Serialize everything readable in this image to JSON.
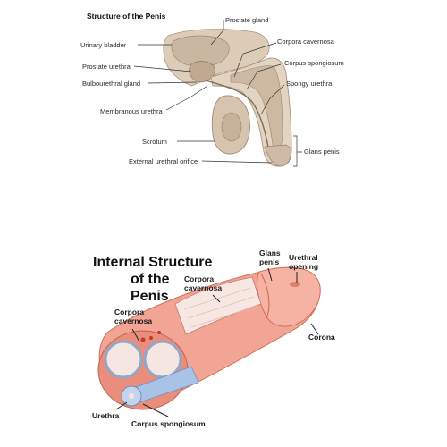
{
  "top_diagram": {
    "title": "Structure of the Penis",
    "labels": {
      "prostate_gland": "Prostate gland",
      "urinary_bladder": "Urinary bladder",
      "corpora_cavernosa": "Corpora cavernosa",
      "prostate_urethra": "Prostate urethra",
      "corpus_spongiosum": "Corpus spongiosum",
      "bulbourethral_gland": "Bulbourethral gland",
      "spongy_urethra": "Spongy urethra",
      "membranous_urethra": "Membranous urethra",
      "scrotum": "Scrotum",
      "glans_penis": "Glans penis",
      "external_urethral_orifice": "External urethral orifice"
    }
  },
  "bottom_diagram": {
    "title_line1": "Internal Structure",
    "title_line2": "of the",
    "title_line3": "Penis",
    "labels": {
      "glans_line1": "Glans",
      "glans_line2": "penis",
      "urethral_line1": "Urethral",
      "urethral_line2": "opening",
      "corpora_top_line1": "Corpora",
      "corpora_top_line2": "cavernosa",
      "corpora_left_line1": "Corpora",
      "corpora_left_line2": "cavernosa",
      "corona": "Corona",
      "urethra": "Urethra",
      "corpus_spongiosum": "Corpus spongiosum"
    }
  },
  "colors": {
    "tissue": "#d9c7b3",
    "tissue_dark": "#b8a48d",
    "skin": "#f2a090",
    "skin_dark": "#e07b66",
    "spongy": "#f4e4df",
    "urethra_blue": "#a9c3e6"
  }
}
